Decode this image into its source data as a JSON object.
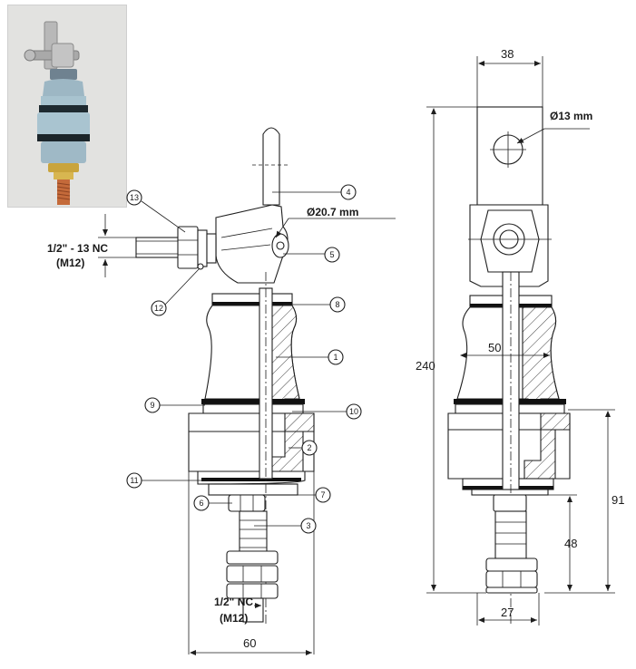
{
  "image": {
    "photo_alt": "bushing photo"
  },
  "callouts": [
    "1",
    "2",
    "3",
    "4",
    "5",
    "6",
    "7",
    "8",
    "9",
    "10",
    "11",
    "12",
    "13"
  ],
  "side_view": {
    "thread_top_line1": "1/2\" - 13 NC",
    "thread_top_line2": "(M12)",
    "thread_bottom_line1": "1/2\" NC",
    "thread_bottom_line2": "(M12)",
    "hole_dia": "Ø20.7 mm",
    "width": "60"
  },
  "front_view": {
    "top_width": "38",
    "hole_dia": "Ø13 mm",
    "height": "240",
    "body_dia": "50",
    "h91": "91",
    "h48": "48",
    "bottom_width": "27"
  }
}
